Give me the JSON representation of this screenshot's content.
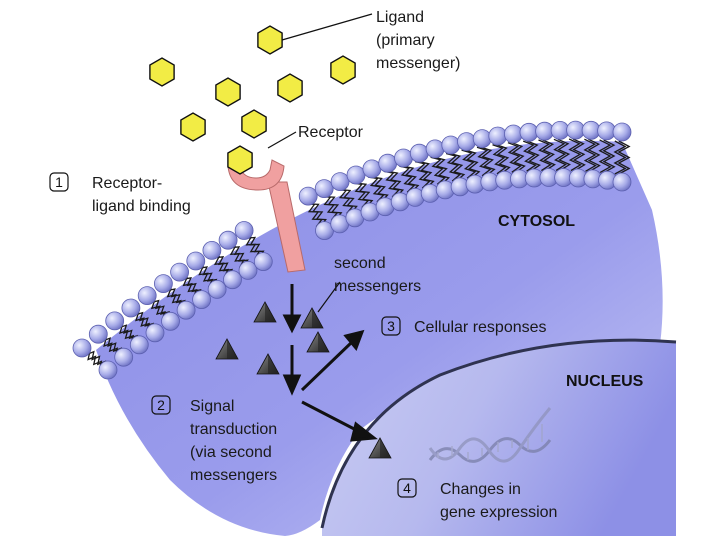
{
  "labels": {
    "ligand": [
      "Ligand",
      "(primary",
      "messenger)"
    ],
    "receptor": "Receptor",
    "cytosol": "CYTOSOL",
    "nucleus": "NUCLEUS",
    "second_messengers": [
      "second",
      "messengers"
    ]
  },
  "steps": [
    {
      "number": "1",
      "lines": [
        "Receptor-",
        "ligand binding"
      ]
    },
    {
      "number": "2",
      "lines": [
        "Signal",
        "transduction",
        "(via second",
        "messengers"
      ]
    },
    {
      "number": "3",
      "lines": [
        "Cellular responses"
      ]
    },
    {
      "number": "4",
      "lines": [
        "Changes in",
        "gene expression"
      ]
    }
  ],
  "colors": {
    "ligand_fill": "#f2ec45",
    "receptor_fill": "#f0a0a0",
    "cytosol_fill": "#8c8ee6",
    "membrane_bead": "#a7abe8",
    "nucleus_edge": "#2f3350",
    "arrow": "#111111"
  },
  "icons": [
    "ligand-hexagon-icon",
    "second-messenger-pyramid-icon",
    "dna-helix-icon"
  ]
}
